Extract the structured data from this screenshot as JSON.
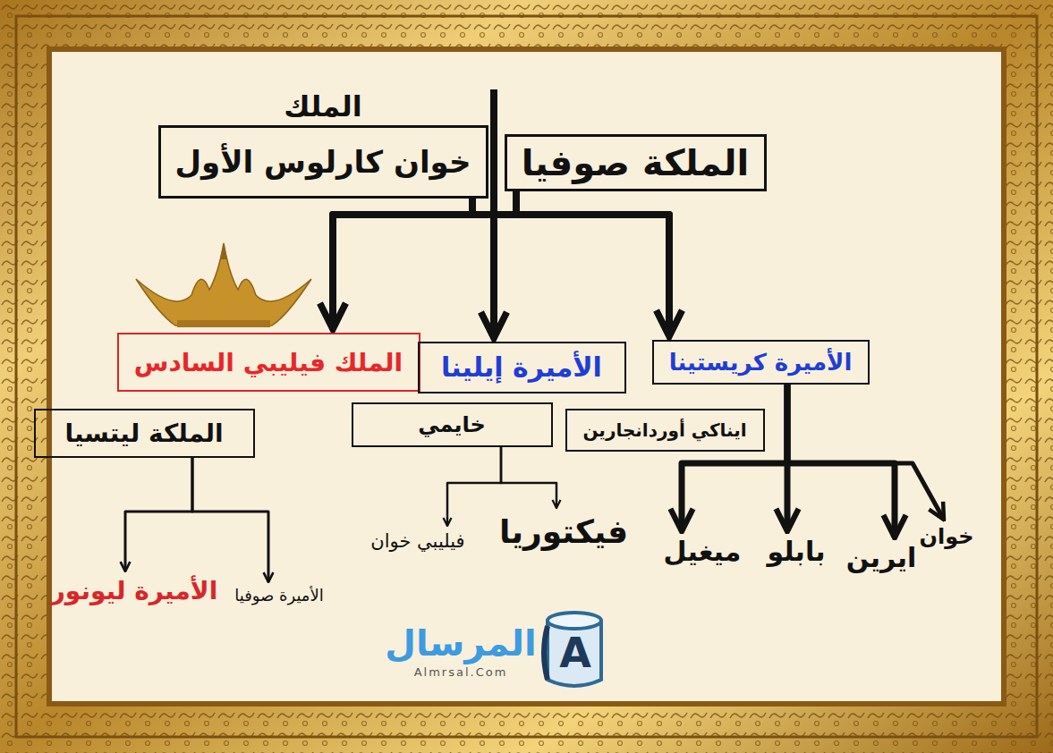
{
  "diagram": {
    "nodes": [
      {
        "text": [
          "الملك",
          "خوان كارلوس الأول"
        ]
      },
      {
        "text": [
          "الملكة صوفيا"
        ]
      },
      {
        "text": [
          "الملك فيليبي السادس"
        ]
      },
      {
        "text": [
          "الأميرة إيلينا"
        ]
      },
      {
        "text": [
          "الأميرة كريستينا"
        ]
      },
      {
        "text": [
          "الملكة ليتسيا"
        ]
      },
      {
        "text": [
          "خايمي"
        ]
      },
      {
        "text": [
          "ايناكي أوردانجارين"
        ]
      },
      {
        "text": [
          "الأميرة صوفيا"
        ]
      },
      {
        "text": [
          "الأميرة ليونور"
        ]
      },
      {
        "text": [
          "فيليبي خوان"
        ]
      },
      {
        "text": [
          "فيكتوريا"
        ]
      },
      {
        "text": [
          "ميغيل"
        ]
      },
      {
        "text": [
          "بابلو"
        ]
      },
      {
        "text": [
          "ايرين"
        ]
      },
      {
        "text": [
          "خوان"
        ]
      }
    ],
    "edges": [
      {
        "from": 0,
        "to": 2,
        "arrow": "to"
      },
      {
        "from": 0,
        "to": 3,
        "arrow": "to"
      },
      {
        "from": 0,
        "to": 4,
        "arrow": "to"
      },
      {
        "from": 1,
        "to": 2,
        "arrow": "to"
      },
      {
        "from": 1,
        "to": 3,
        "arrow": "to"
      },
      {
        "from": 1,
        "to": 4,
        "arrow": "to"
      },
      {
        "from": 5,
        "to": 9,
        "arrow": "to"
      },
      {
        "from": 5,
        "to": 8,
        "arrow": "to"
      },
      {
        "from": 6,
        "to": 10,
        "arrow": "to"
      },
      {
        "from": 6,
        "to": 11,
        "arrow": "to"
      },
      {
        "from": 4,
        "to": 12,
        "arrow": "to"
      },
      {
        "from": 4,
        "to": 13,
        "arrow": "to"
      },
      {
        "from": 4,
        "to": 14,
        "arrow": "to"
      },
      {
        "from": 4,
        "to": 15,
        "arrow": "to"
      }
    ],
    "labels": [
      "المرسال",
      "Almrsal.Com",
      "A"
    ]
  }
}
